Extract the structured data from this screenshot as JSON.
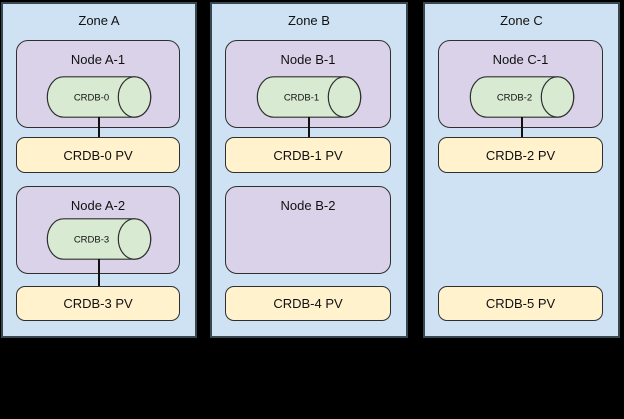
{
  "diagram": {
    "description": "CockroachDB nodes and persistent volumes across three availability zones",
    "background": "#000000",
    "colors": {
      "zone_fill": "#cfe2f3",
      "zone_stroke": "#37474f",
      "node_fill": "#d9d2e9",
      "pod_fill": "#d9ead3",
      "pv_fill": "#fff2cc",
      "stroke": "#2f2f2f"
    }
  },
  "zones": [
    {
      "title": "Zone A",
      "nodes": [
        {
          "title": "Node A-1",
          "pod": "CRDB-0"
        },
        {
          "title": "Node A-2",
          "pod": "CRDB-3"
        }
      ],
      "pvs": [
        "CRDB-0 PV",
        "CRDB-3 PV"
      ]
    },
    {
      "title": "Zone B",
      "nodes": [
        {
          "title": "Node B-1",
          "pod": "CRDB-1"
        },
        {
          "title": "Node B-2"
        }
      ],
      "pvs": [
        "CRDB-1 PV",
        "CRDB-4 PV"
      ]
    },
    {
      "title": "Zone C",
      "nodes": [
        {
          "title": "Node C-1",
          "pod": "CRDB-2"
        }
      ],
      "pvs": [
        "CRDB-2 PV",
        "CRDB-5 PV"
      ]
    }
  ]
}
